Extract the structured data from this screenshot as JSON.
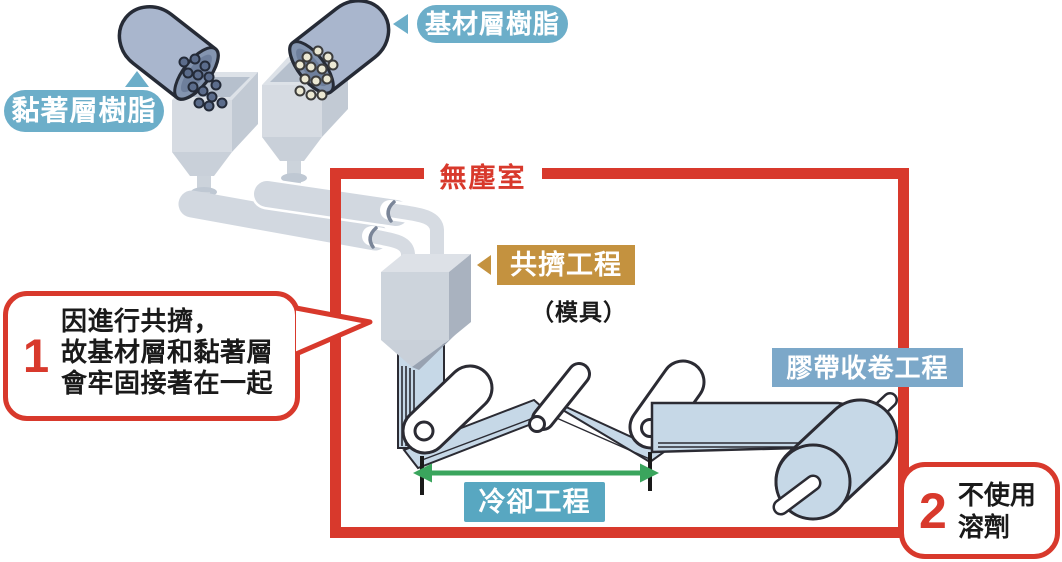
{
  "labels": {
    "base_resin": "基材層樹脂",
    "adhesive_resin": "黏著層樹脂",
    "cleanroom": "無塵室",
    "coextrusion": "共擠工程",
    "die": "（模具）",
    "winding": "膠帶收卷工程",
    "cooling": "冷卻工程"
  },
  "callouts": {
    "coextrusion_note": {
      "number": "1",
      "line1": "因進行共擠，",
      "line2": "故基材層和黏著層",
      "line3": "會牢固接著在一起"
    },
    "solvent_note": {
      "number": "2",
      "line1": "不使用",
      "line2": "溶劑"
    }
  },
  "colors": {
    "accent_red": "#d8392c",
    "teal_label": "#6caec9",
    "cooling_label_bg": "#58a7c1",
    "winding_label_bg": "#7ca8c9",
    "coextrusion_label_bg": "#c4923f",
    "arrow_green": "#3aa55d",
    "film_blue": "#c6d8e7",
    "machine_gray": "#d2d8e0",
    "dark_pellet": "#5b6c8b",
    "light_pellet": "#ebe8d3"
  }
}
